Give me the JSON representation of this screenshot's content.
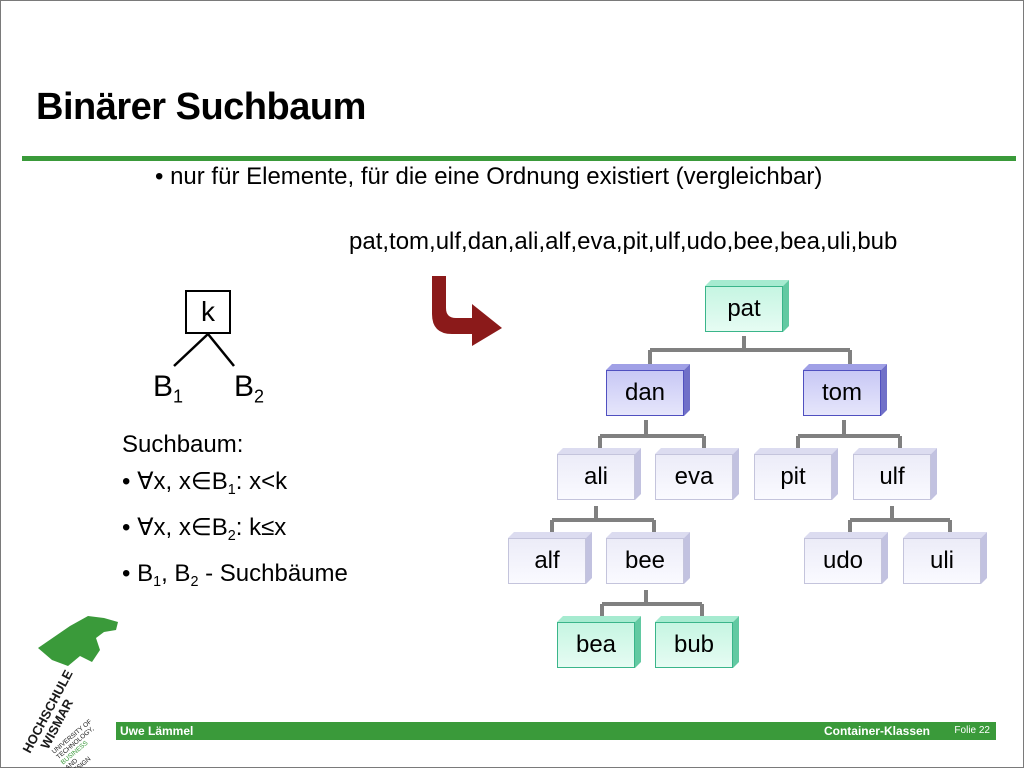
{
  "slide": {
    "title": "Binärer Suchbaum",
    "bullet": "• nur für Elemente, für die eine Ordnung existiert (vergleichbar)",
    "sequence": "pat,tom,ulf,dan,ali,alf,eva,pit,ulf,udo,bee,bea,uli,bub"
  },
  "schema": {
    "key": "k",
    "left_base": "B",
    "left_sub": "1",
    "right_base": "B",
    "right_sub": "2"
  },
  "rules": {
    "heading": "Suchbaum:",
    "r1_pre": "• ∀x, x∈B",
    "r1_sub": "1",
    "r1_post": ": x<k",
    "r2_pre": "• ∀x, x∈B",
    "r2_sub": "2",
    "r2_post": ": k≤x",
    "r3_a": "• B",
    "r3_sub1": "1",
    "r3_b": ", B",
    "r3_sub2": "2",
    "r3_c": " - Suchbäume"
  },
  "tree": {
    "pat": "pat",
    "dan": "dan",
    "tom": "tom",
    "ali": "ali",
    "eva": "eva",
    "pit": "pit",
    "ulf": "ulf",
    "alf": "alf",
    "bee": "bee",
    "udo": "udo",
    "uli": "uli",
    "bea": "bea",
    "bub": "bub"
  },
  "footer": {
    "author": "Uwe Lämmel",
    "topic": "Container-Klassen",
    "slide_no": "Folie 22"
  },
  "logo": {
    "text_main": "HOCHSCHULE WISMAR",
    "text_sub": "UNIVERSITY OF TECHNOLOGY, BUSINESS AND DESIGN"
  },
  "colors": {
    "accent_green": "#3a9a3a",
    "arrow": "#8b1a1a",
    "node_blue": "#c8c8f5",
    "node_green": "#c6f5e2",
    "edge": "#808080"
  }
}
